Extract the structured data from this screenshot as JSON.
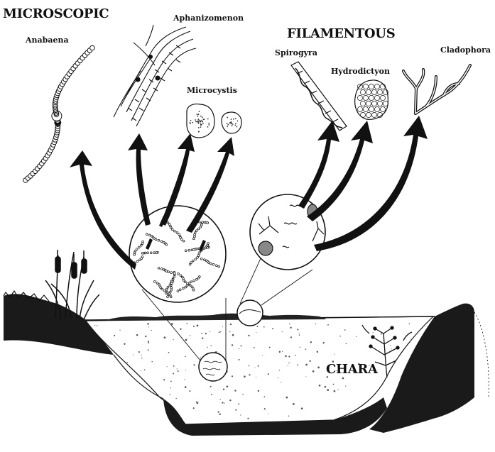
{
  "headings": {
    "microscopic": "MICROSCOPIC",
    "filamentous": "FILAMENTOUS",
    "chara": "CHARA"
  },
  "organisms": {
    "anabaena": "Anabaena",
    "aphanizomenon": "Aphanizomenon",
    "microcystis": "Microcystis",
    "spirogyra": "Spirogyra",
    "hydrodictyon": "Hydrodictyon",
    "cladophora": "Cladophora"
  },
  "colors": {
    "ink": "#111111",
    "paper": "#ffffff",
    "stipple": "#555555"
  }
}
